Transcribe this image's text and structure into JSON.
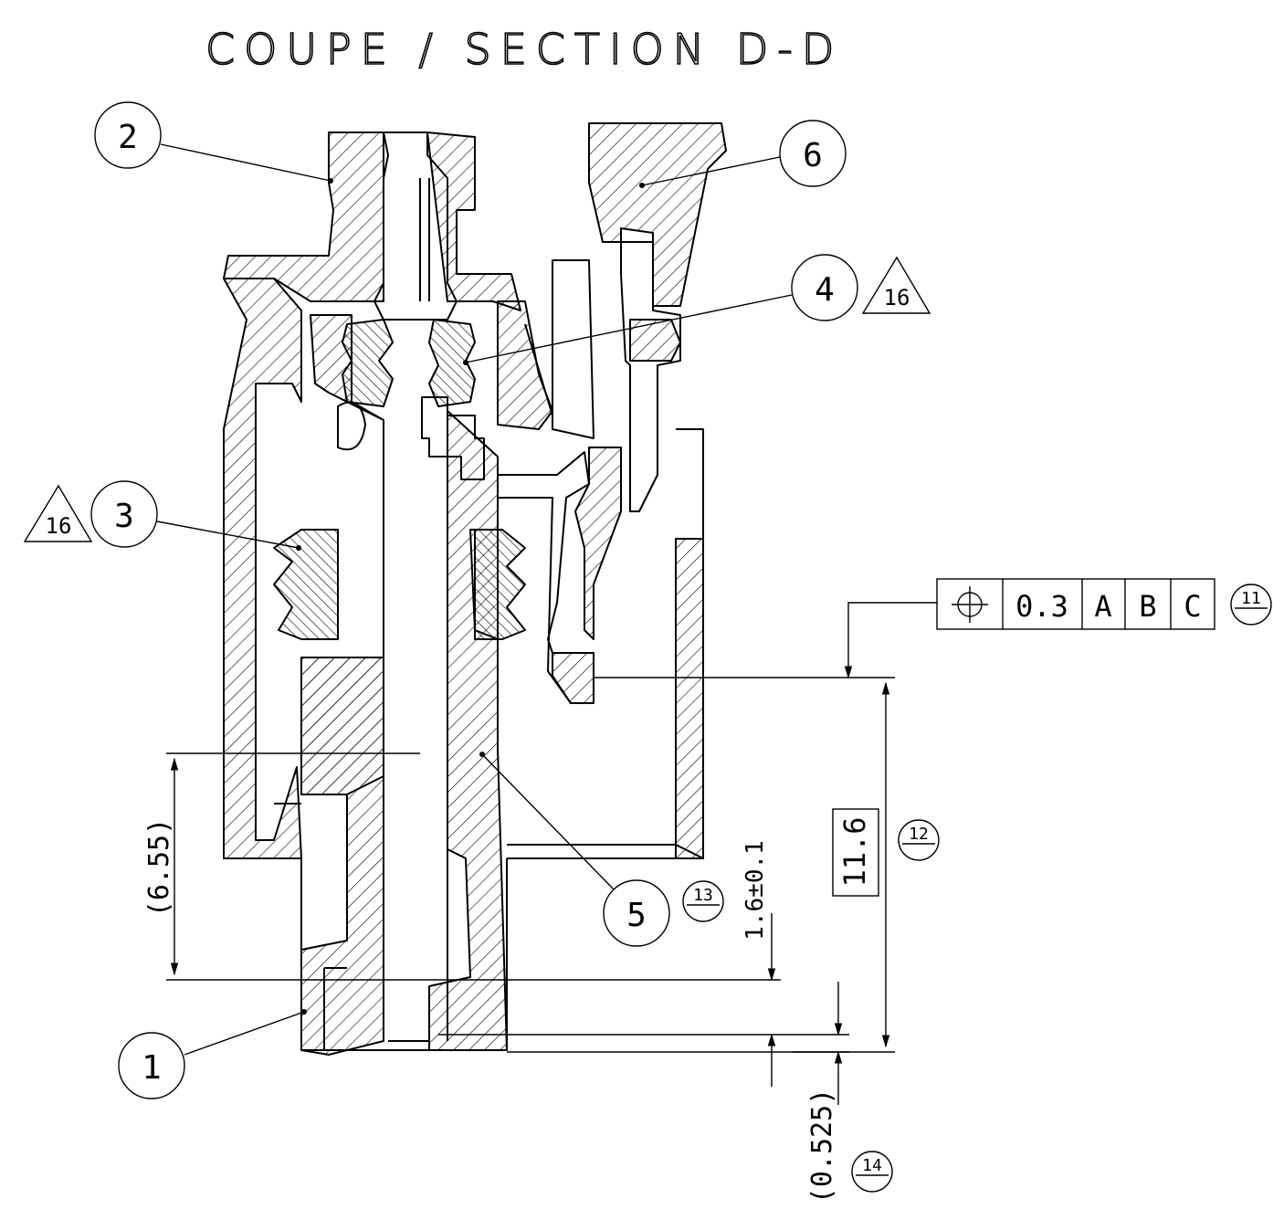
{
  "title": "COUPE / SECTION D-D",
  "balloons": {
    "b1": "1",
    "b2": "2",
    "b3": "3",
    "b4": "4",
    "b5": "5",
    "b6": "6"
  },
  "flags": {
    "f16a": "16",
    "f16b": "16"
  },
  "notes": {
    "n11": "11",
    "n12": "12",
    "n13": "13",
    "n14": "14"
  },
  "dims": {
    "d655": "(6.55)",
    "d16": "1.6±0.1",
    "d116": "11.6",
    "d0525": "(0.525)"
  },
  "fcf": {
    "symbol": "⌖",
    "tolerance": "0.3",
    "datum_a": "A",
    "datum_b": "B",
    "datum_c": "C"
  }
}
